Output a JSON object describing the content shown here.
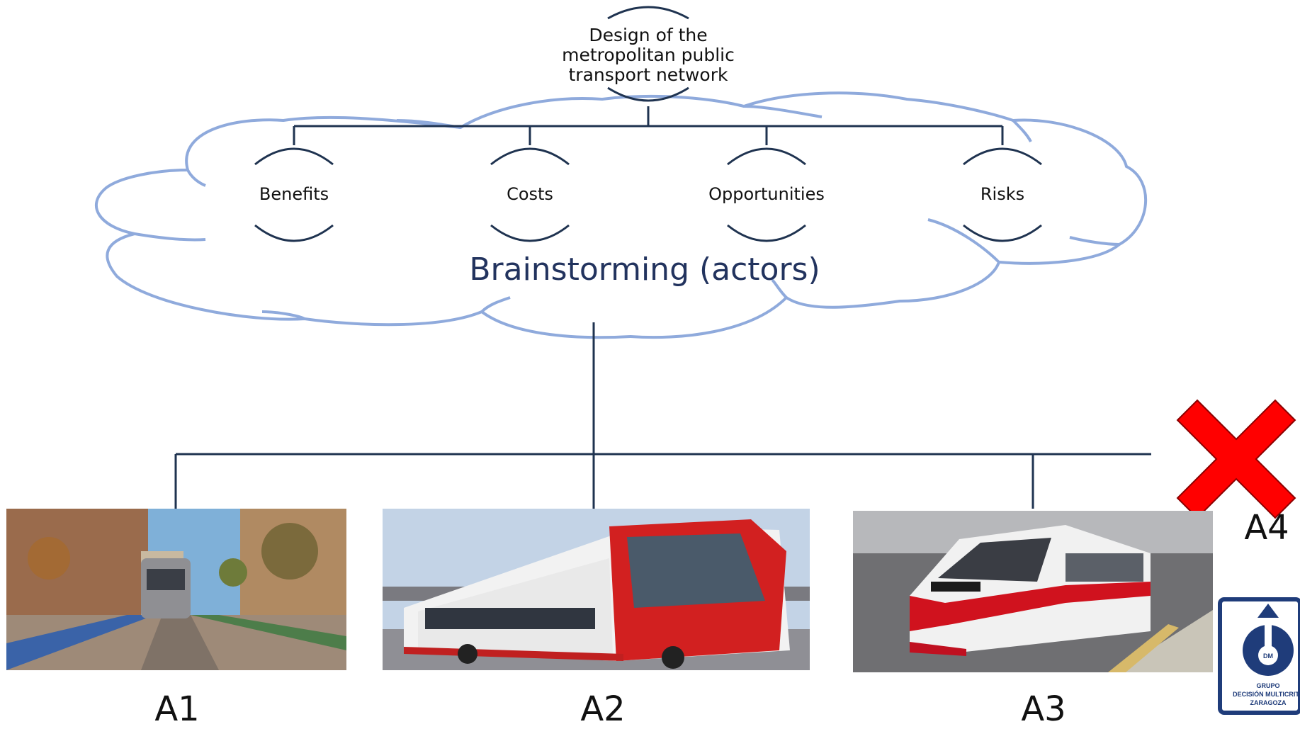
{
  "goal": "Design of the metropolitan public transport network",
  "goal_lines": [
    "Design of the",
    "metropolitan public",
    "transport network"
  ],
  "criteria": [
    "Benefits",
    "Costs",
    "Opportunities",
    "Risks"
  ],
  "brainstorm_label": "Brainstorming (actors)",
  "alternatives": [
    {
      "label": "A1",
      "image": "tram"
    },
    {
      "label": "A2",
      "image": "articulated-bus"
    },
    {
      "label": "A3",
      "image": "commuter-train"
    },
    {
      "label": "A4",
      "image": "red-cross"
    }
  ],
  "logo": {
    "initials": "DM",
    "line1": "GRUPO",
    "line2": "DECISIÓN MULTICRITE",
    "line3": "ZARAGOZA"
  },
  "colors": {
    "cloud": "#8faadc",
    "tree": "#1f3350",
    "brainstorm_text": "#22335e",
    "cross": "#ff0000"
  }
}
